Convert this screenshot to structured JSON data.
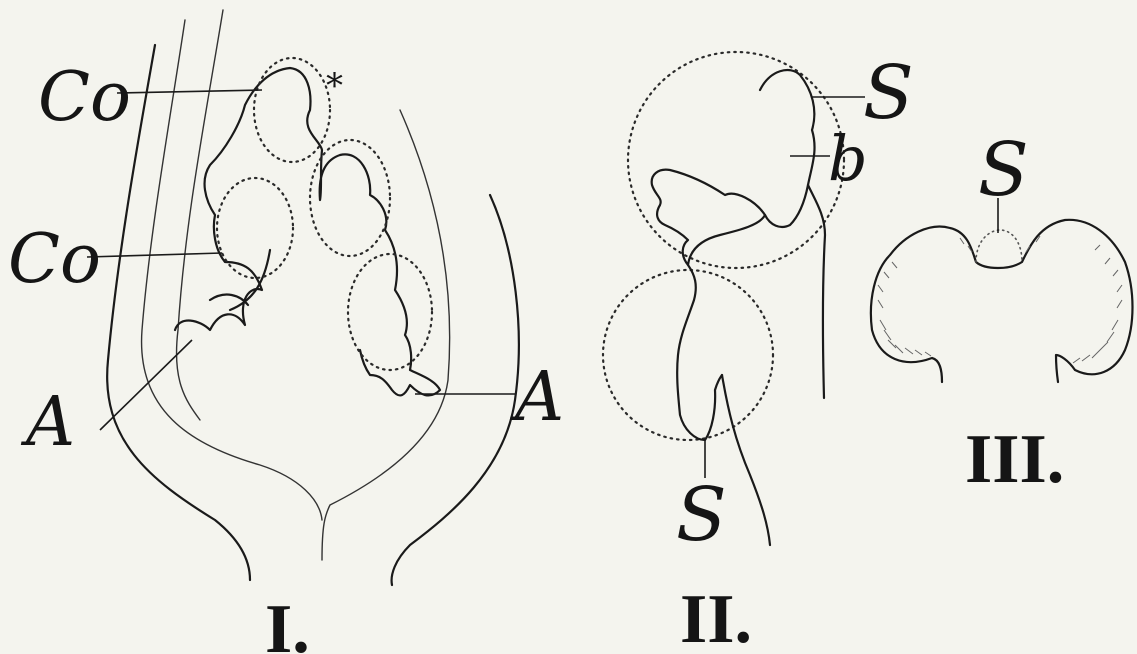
{
  "figure_labels": {
    "co_upper": "Co",
    "co_lower": "Co",
    "a_left": "A",
    "a_right": "A",
    "asterisk": "*",
    "s_fig2_top": "S",
    "b_fig2": "b",
    "s_fig2_bottom": "S",
    "s_fig3": "S"
  },
  "panel_numerals": {
    "panel_1": "I.",
    "panel_2": "II.",
    "panel_3": "III."
  }
}
